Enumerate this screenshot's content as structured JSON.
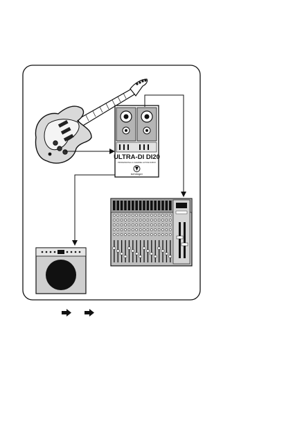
{
  "diagram": {
    "di_box": {
      "model": "ULTRA-DI DI20",
      "subtitle": "PROFESSIONAL 2-CHANNEL ACTIVE DI-BOX",
      "brand": "behringer"
    },
    "colors": {
      "ink": "#111111",
      "panel_gray": "#c8c8c8",
      "mixer_gray": "#bdbdbd",
      "amp_gray": "#cfcfcf"
    },
    "icons": [
      "guitar-icon",
      "di-box-icon",
      "mixer-icon",
      "amplifier-icon",
      "arrow-right-icon"
    ]
  }
}
